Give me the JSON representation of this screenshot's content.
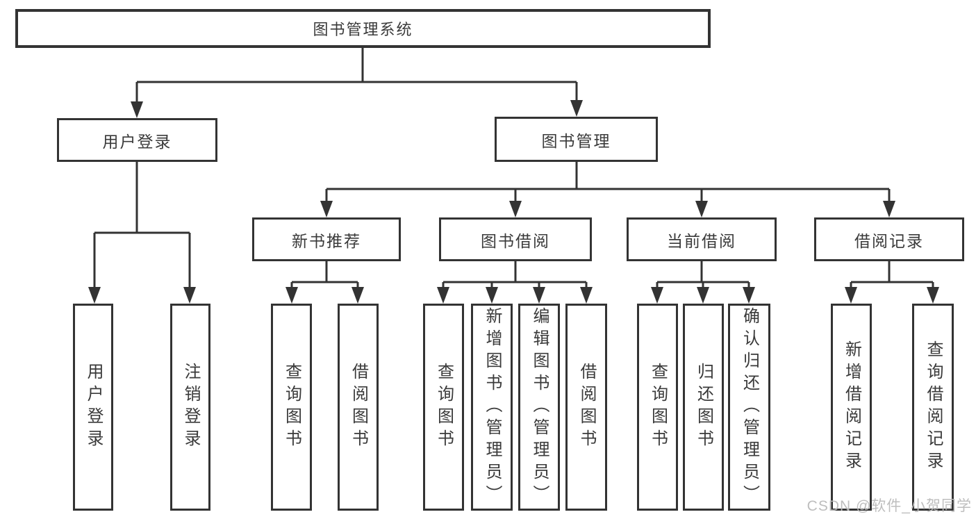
{
  "diagram": {
    "root": {
      "label": "图书管理系统"
    },
    "user_login": {
      "label": "用户登录",
      "children": [
        "用户登录",
        "注销登录"
      ]
    },
    "book_mgmt": {
      "label": "图书管理",
      "new_book": {
        "label": "新书推荐",
        "children": [
          "查询图书",
          "借阅图书"
        ]
      },
      "book_borrow": {
        "label": "图书借阅",
        "children": [
          "查询图书",
          "新增图书（管理员）",
          "编辑图书（管理员）",
          "借阅图书"
        ]
      },
      "current_borrow": {
        "label": "当前借阅",
        "children": [
          "查询图书",
          "归还图书",
          "确认归还（管理员）"
        ]
      },
      "borrow_records": {
        "label": "借阅记录",
        "children": [
          "新增借阅记录",
          "查询借阅记录"
        ]
      }
    }
  },
  "watermark": {
    "text": "CSDN @软件_小贺同学"
  },
  "colors": {
    "line": "#333333",
    "text": "#3a3a3a",
    "watermark": "#bababa",
    "background": "#ffffff"
  }
}
